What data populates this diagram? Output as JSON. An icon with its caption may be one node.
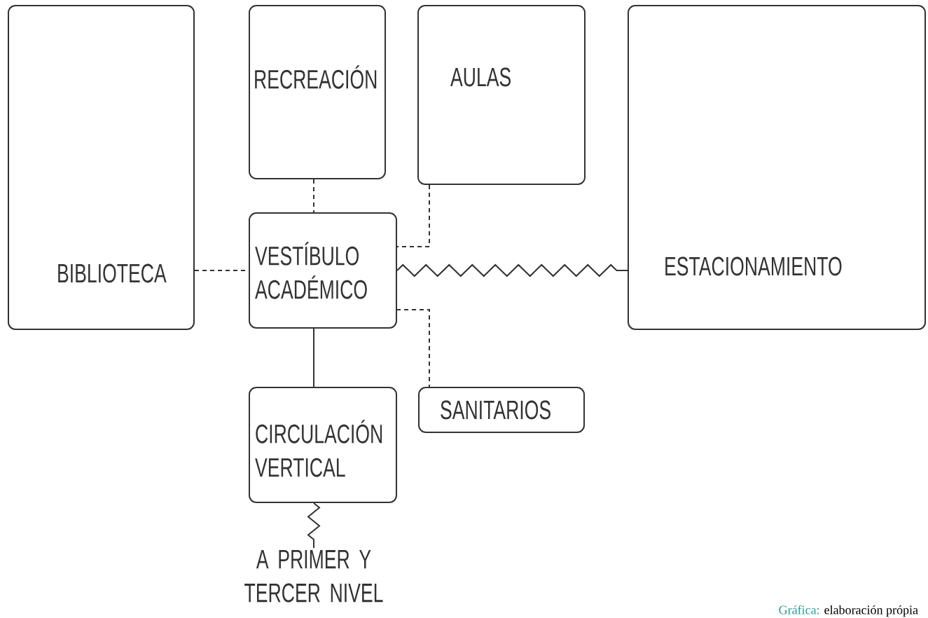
{
  "diagram": {
    "nodes": [
      {
        "text": [
          "BIBLIOTECA"
        ]
      },
      {
        "text": [
          "RECREACIÓN"
        ]
      },
      {
        "text": [
          "AULAS"
        ]
      },
      {
        "text": [
          "VESTÍBULO ACADÉMICO"
        ]
      },
      {
        "text": [
          "ESTACIONAMIENTO"
        ]
      },
      {
        "text": [
          "SANITARIOS"
        ]
      },
      {
        "text": [
          "CIRCULACIÓN VERTICAL"
        ]
      },
      {
        "text": [
          "A PRIMER Y TERCER NIVEL"
        ]
      }
    ],
    "edges": [
      {
        "from": 0,
        "to": 3,
        "arrow": "none",
        "style": "dashed"
      },
      {
        "from": 1,
        "to": 3,
        "arrow": "none",
        "style": "dashed"
      },
      {
        "from": 2,
        "to": 3,
        "arrow": "none",
        "style": "dashed"
      },
      {
        "from": 3,
        "to": 4,
        "arrow": "none"
      },
      {
        "from": 3,
        "to": 5,
        "arrow": "none",
        "style": "dashed"
      },
      {
        "from": 3,
        "to": 6,
        "arrow": "none"
      },
      {
        "from": 6,
        "to": 7,
        "arrow": "none"
      }
    ],
    "labels": [
      "Gráfica:",
      "elaboración própia"
    ]
  }
}
